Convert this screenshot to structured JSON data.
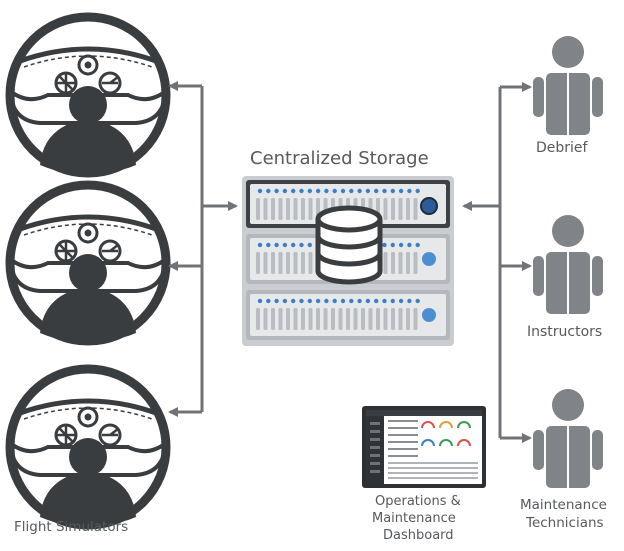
{
  "central": {
    "title": "Centralized Storage"
  },
  "left": {
    "label": "Flight Simulators"
  },
  "roles": [
    {
      "label": "Debrief",
      "icon": "person-icon"
    },
    {
      "label": "Instructors",
      "icon": "person-icon"
    },
    {
      "label": "Maintenance",
      "label2": "Technicians",
      "icon": "person-icon"
    }
  ],
  "dashboard": {
    "label_line1": "Operations &",
    "label_line2": "Maintenance",
    "label_line3": "Dashboard"
  },
  "colors": {
    "line": "#6f7377",
    "dark": "#3a3d40",
    "server_face": "#e6e8ea",
    "led": "#3d7fc4",
    "person": "#808488"
  }
}
